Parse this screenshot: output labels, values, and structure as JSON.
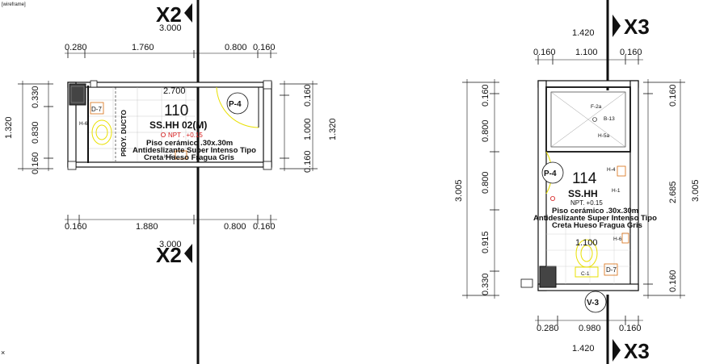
{
  "app": {
    "title_fragment": "[wireframe]"
  },
  "plan_left": {
    "section_top": "X2",
    "section_bottom": "X2",
    "top_overall_dim": "3.000",
    "bottom_overall_dim": "3.000",
    "top_dims": [
      "0.280",
      "1.760",
      "0.800",
      "0.160"
    ],
    "bottom_dims": [
      "0.160",
      "1.880",
      "0.800",
      "0.160"
    ],
    "left_dims": [
      "0.330",
      "0.830",
      "0.160"
    ],
    "left_overall": "1.320",
    "right_dims": [
      "0.160",
      "1.000",
      "0.160"
    ],
    "right_overall": "1.320",
    "inner_dim": "2.700",
    "room_number": "110",
    "room_name": "SS.HH 02(M)",
    "npt": "NPT . +0.15",
    "floor_note": [
      "Piso cerámico .30x.30m",
      "Antideslizante Super Intenso Tipo",
      "Creta Hueso Fragua Gris"
    ],
    "door_tag": "P-4",
    "duct_label": "PROY. DUCTO",
    "fixture_tags": [
      "D-7",
      "H-6",
      "H-5a"
    ]
  },
  "plan_right": {
    "section_top": "X3",
    "section_bottom": "X3",
    "top_overall_dim": "1.420",
    "bottom_overall_dim": "1.420",
    "top_dims": [
      "0.160",
      "1.100",
      "0.160"
    ],
    "bottom_dims": [
      "0.280",
      "0.980",
      "0.160"
    ],
    "left_dims": [
      "0.160",
      "0.800",
      "0.800",
      "0.915",
      "0.330"
    ],
    "left_overall": "3.005",
    "right_dims": [
      "0.160",
      "2.685",
      "0.160"
    ],
    "right_overall": "3.005",
    "inner_dim": "1.100",
    "room_number": "114",
    "room_name": "SS.HH",
    "npt": "NPT. +0.15",
    "floor_note": [
      "Piso cerámico .30x.30m",
      "Antideslizante Super Intenso Tipo",
      "Creta Hueso Fragua Gris"
    ],
    "door_tag": "P-4",
    "window_tag": "V-3",
    "fixture_tags": [
      "F-2a",
      "B-13",
      "H-5a",
      "H-4",
      "H-1",
      "H-6",
      "D-7",
      "C-1"
    ]
  },
  "corner_mark": "×"
}
